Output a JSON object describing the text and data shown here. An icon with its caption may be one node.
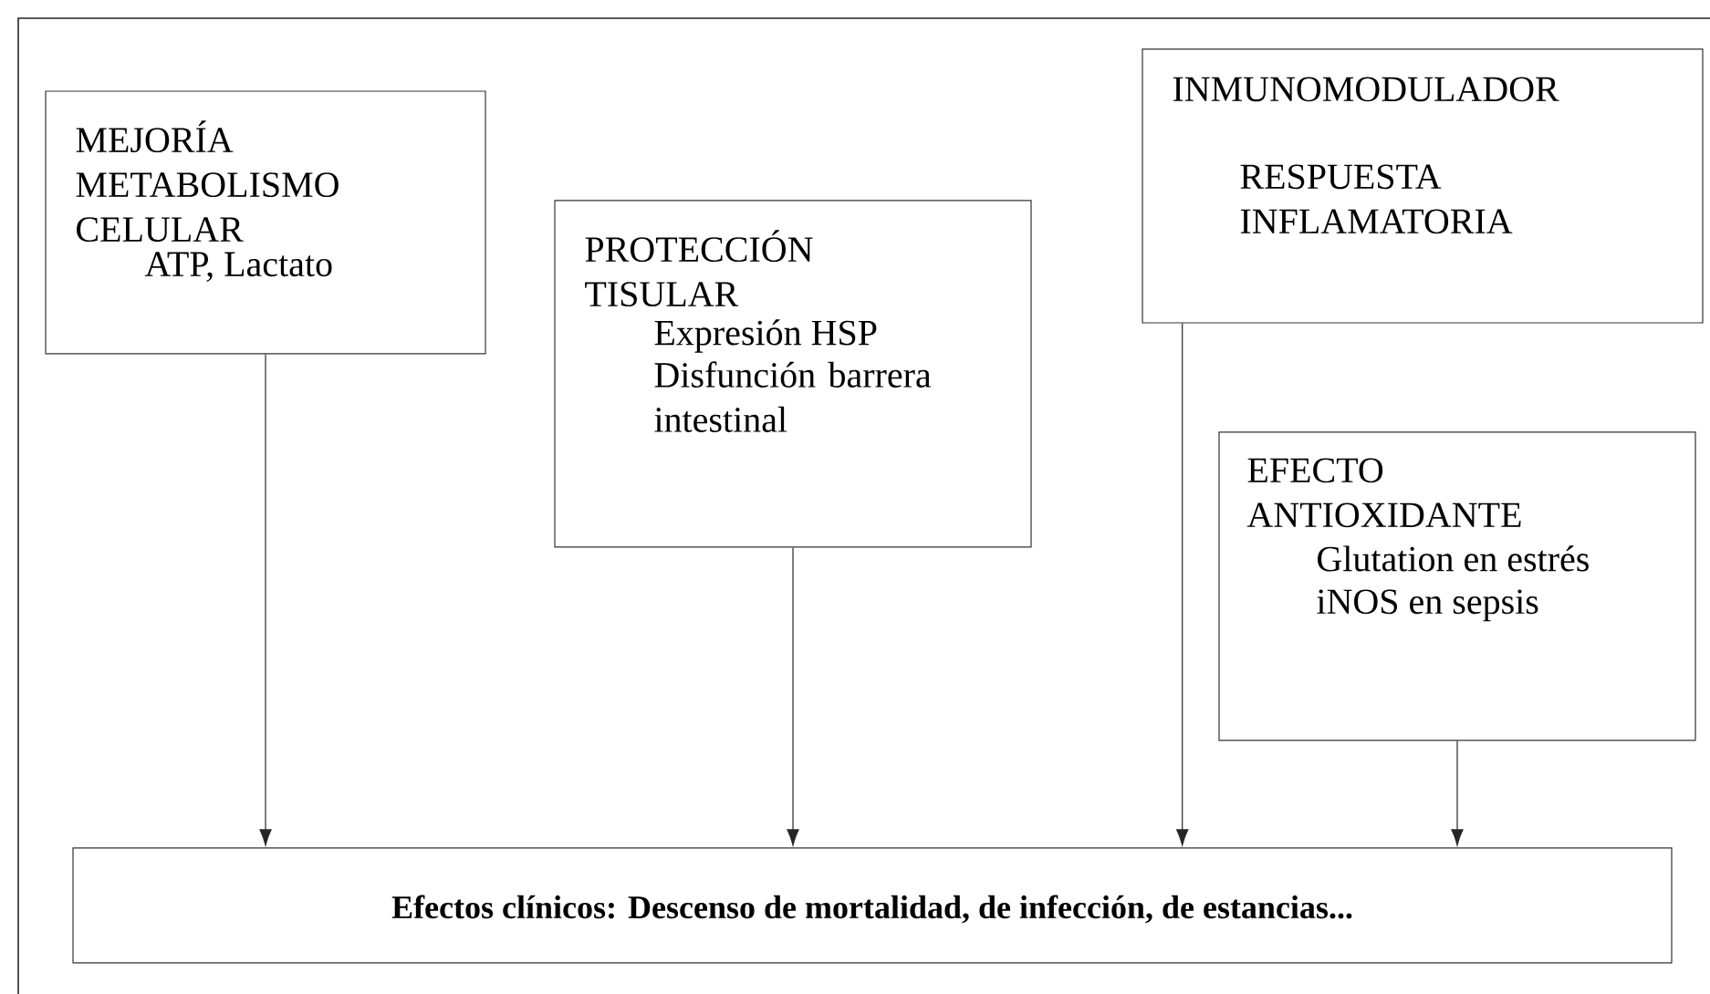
{
  "diagram": {
    "nodes": [
      {
        "text": [
          "MEJORÍA METABOLISMO CELULAR",
          "ATP, Lactato"
        ]
      },
      {
        "text": [
          "PROTECCIÓN TISULAR",
          "Expresión HSP",
          "Disfunción barrera intestinal"
        ]
      },
      {
        "text": [
          "INMUNOMODULADOR",
          "RESPUESTA INFLAMATORIA"
        ]
      },
      {
        "text": [
          "EFECTO ANTIOXIDANTE",
          "Glutation en estrés",
          "iNOS en sepsis"
        ]
      },
      {
        "text": [
          "Efectos clínicos: Descenso de mortalidad, de infección, de estancias..."
        ]
      }
    ],
    "edges": [
      {
        "from": 0,
        "to": 4,
        "arrow": "to"
      },
      {
        "from": 1,
        "to": 4,
        "arrow": "to"
      },
      {
        "from": 2,
        "to": 4,
        "arrow": "to"
      },
      {
        "from": 3,
        "to": 4,
        "arrow": "to"
      }
    ]
  }
}
